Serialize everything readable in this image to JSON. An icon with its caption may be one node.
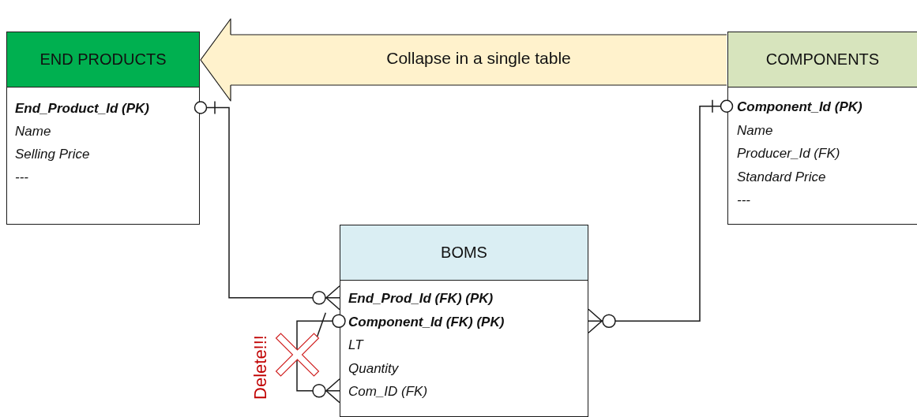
{
  "diagram": {
    "nodes": [
      {
        "text": [
          "END PRODUCTS",
          "End_Product_Id (PK)",
          "Name",
          "Selling Price",
          "---"
        ]
      },
      {
        "text": [
          "COMPONENTS",
          "Component_Id (PK)",
          "Name",
          "Producer_Id (FK)",
          "Standard Price",
          "---"
        ]
      },
      {
        "text": [
          "BOMS",
          "End_Prod_Id (FK) (PK)",
          "Component_Id (FK) (PK)",
          "LT",
          "Quantity",
          "Com_ID (FK)"
        ]
      }
    ],
    "edges": [
      {
        "from": 1,
        "to": 0,
        "arrow": "to",
        "label": "Collapse in a single table"
      },
      {
        "from": 0,
        "to": 2,
        "arrow": "other"
      },
      {
        "from": 1,
        "to": 2,
        "arrow": "other"
      },
      {
        "from": 2,
        "to": 2,
        "arrow": "other"
      }
    ],
    "labels": [
      "Delete!!!"
    ]
  }
}
